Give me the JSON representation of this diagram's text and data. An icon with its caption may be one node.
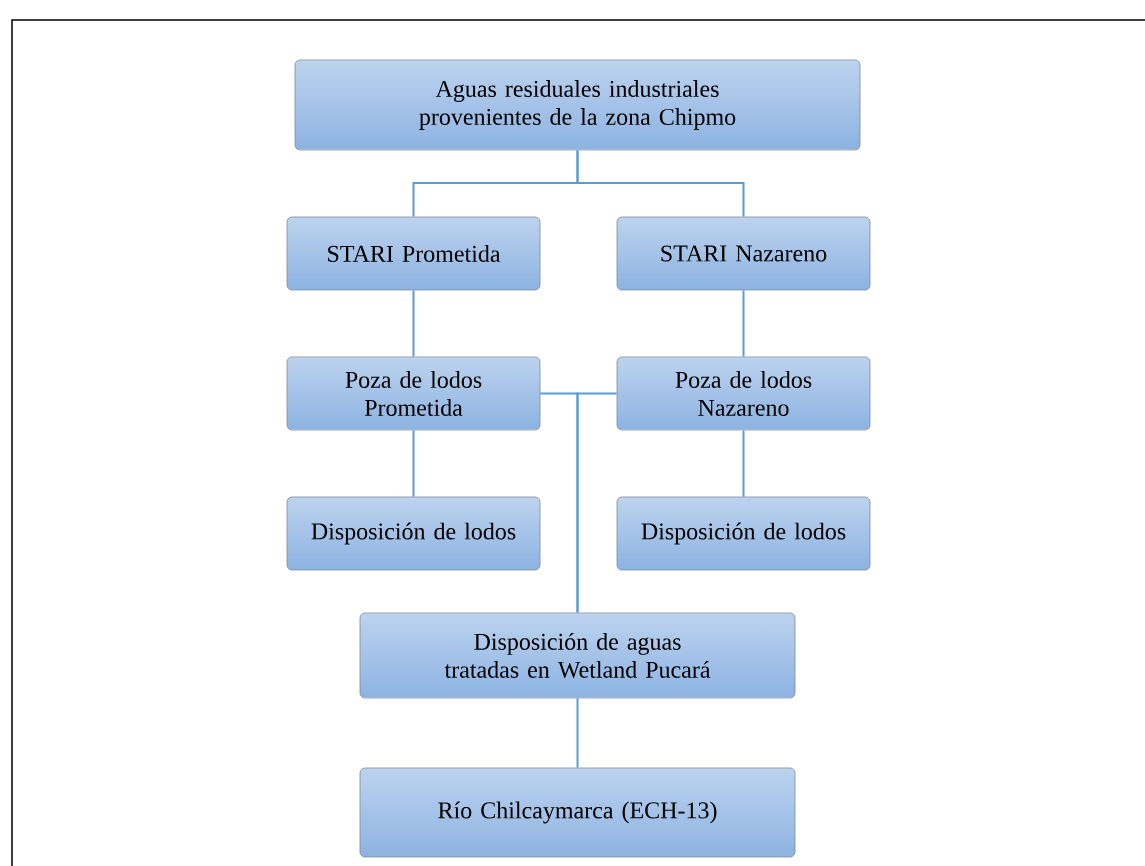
{
  "diagram": {
    "nodes": [
      {
        "text": [
          "Aguas residuales industriales provenientes de la zona Chipmo"
        ]
      },
      {
        "text": [
          "STARI Prometida"
        ]
      },
      {
        "text": [
          "STARI Nazareno"
        ]
      },
      {
        "text": [
          "Poza de lodos Prometida"
        ]
      },
      {
        "text": [
          "Poza de lodos Nazareno"
        ]
      },
      {
        "text": [
          "Disposición de lodos"
        ]
      },
      {
        "text": [
          "Disposición de lodos"
        ]
      },
      {
        "text": [
          "Disposición de aguas tratadas en Wetland Pucará"
        ]
      },
      {
        "text": [
          "Río Chilcaymarca (ECH-13)"
        ]
      }
    ],
    "edges": [
      {
        "from": 0,
        "to": 1,
        "arrow": "none"
      },
      {
        "from": 0,
        "to": 2,
        "arrow": "none"
      },
      {
        "from": 1,
        "to": 3,
        "arrow": "none"
      },
      {
        "from": 2,
        "to": 4,
        "arrow": "none"
      },
      {
        "from": 3,
        "to": 5,
        "arrow": "none"
      },
      {
        "from": 4,
        "to": 6,
        "arrow": "none"
      },
      {
        "from": 3,
        "to": 7,
        "arrow": "none"
      },
      {
        "from": 4,
        "to": 7,
        "arrow": "none"
      },
      {
        "from": 7,
        "to": 8,
        "arrow": "none"
      }
    ]
  }
}
